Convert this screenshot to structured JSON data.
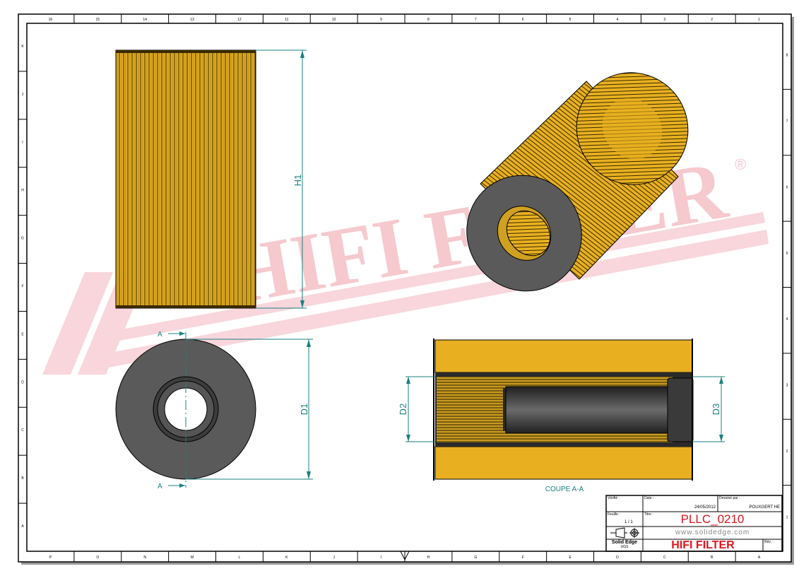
{
  "border": {
    "top_zones": [
      "16",
      "15",
      "14",
      "13",
      "12",
      "11",
      "10",
      "9",
      "8",
      "7",
      "6",
      "5",
      "4",
      "3",
      "2",
      "1"
    ],
    "bottom_zones": [
      "P",
      "O",
      "N",
      "M",
      "L",
      "K",
      "J",
      "I",
      "H",
      "G",
      "F",
      "E",
      "D",
      "C",
      "B",
      "A"
    ],
    "left_zones": [
      "K",
      "J",
      "I",
      "H",
      "G",
      "F",
      "E",
      "D",
      "C",
      "B",
      "A"
    ],
    "right_zones": [
      "8",
      "7",
      "6",
      "5",
      "4",
      "3",
      "2",
      "1"
    ]
  },
  "watermark": {
    "text": "HIFI FILTER",
    "symbol": "®",
    "color": "#f4c0c6"
  },
  "views": {
    "side_view": {
      "dimension": "H1"
    },
    "end_view": {
      "dimension": "D1",
      "section_marker": "A"
    },
    "section_view": {
      "dimension_left": "D2",
      "dimension_right": "D3",
      "caption": "COUPE A-A"
    }
  },
  "colors": {
    "filter_yellow": "#e8b020",
    "cap_gray": "#5a5a5a",
    "dimension_teal": "#1a8080",
    "title_red": "#e0141e"
  },
  "title_block": {
    "verified_label": "Vérifié :",
    "date_label": "Date :",
    "date": "24/05/2012",
    "drawn_by_label": "Dessiné par :",
    "drawn_by": "POUXGERT HE",
    "sheet_label": "Feuille :",
    "sheet": "1 / 1",
    "title_label": "Titre :",
    "title": "PLLC_0210",
    "website": "www.solidedge.com",
    "software": "Solid Edge",
    "software_sub": "UGS",
    "company": "HIFI FILTER",
    "rev_label": "Rév. :"
  }
}
